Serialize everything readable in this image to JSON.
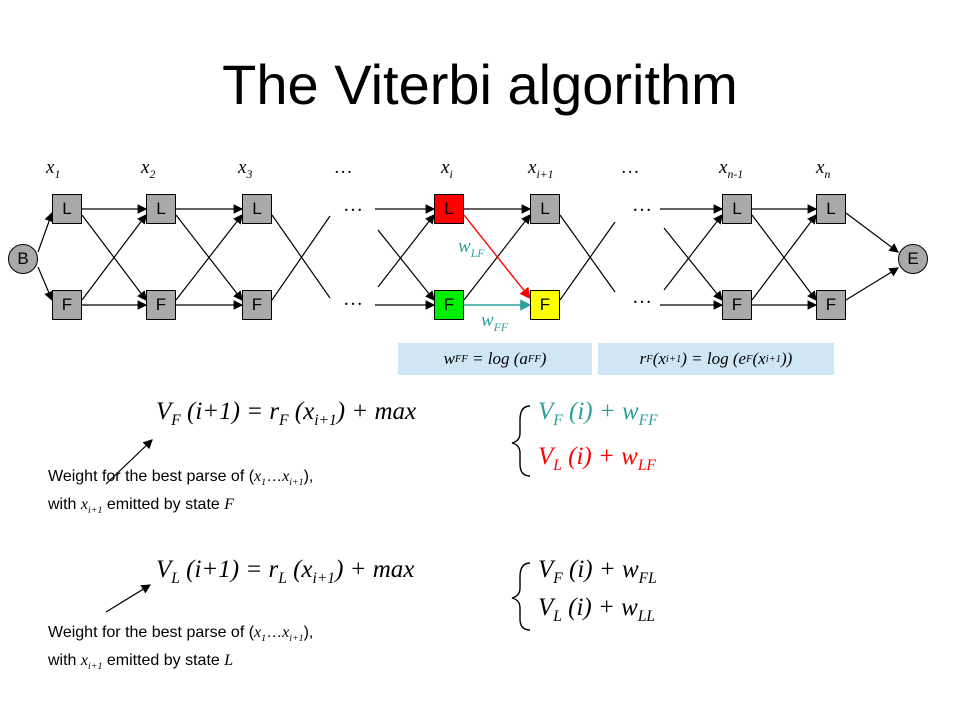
{
  "title": "The Viterbi algorithm",
  "columns": {
    "x1": "x",
    "x1s": "1",
    "x2": "x",
    "x2s": "2",
    "x3": "x",
    "x3s": "3",
    "xi": "x",
    "xis": "i",
    "xi1": "x",
    "xi1s": "i+1",
    "xn1": "x",
    "xn1s": "n-1",
    "xn": "x",
    "xns": "n",
    "ellipsis": "…"
  },
  "states": {
    "L": "L",
    "F": "F",
    "begin": "B",
    "end": "E"
  },
  "edges": {
    "wLF": "w",
    "wLFs": "LF",
    "wFF": "w",
    "wFFs": "FF"
  },
  "definitions": {
    "wff": {
      "lhs": "w",
      "lhs_sub": "FF",
      "rest": " = log (a",
      "rest_sub": "FF",
      "tail": ")"
    },
    "rf": {
      "a": "r",
      "a_sub": "F",
      "b": "(x",
      "b_sub": "i+1",
      "c": ") = log (e",
      "c_sub": "F",
      "d": "(x",
      "d_sub": "i+1",
      "e": "))"
    }
  },
  "eq1": {
    "v": "V",
    "v_sub": "F",
    "a": " (i+1) = r",
    "a_sub": "F",
    "b": " (x",
    "b_sub": "i+1",
    "c": ") + max",
    "t1": "V",
    "t1_sub": "F",
    "t1b": " (i) + w",
    "t1b_sub": "FF",
    "t2": "V",
    "t2_sub": "L",
    "t2b": " (i) + w",
    "t2b_sub": "LF"
  },
  "eq2": {
    "v": "V",
    "v_sub": "L",
    "a": " (i+1) = r",
    "a_sub": "L",
    "b": " (x",
    "b_sub": "i+1",
    "c": ") + max",
    "t1": "V",
    "t1_sub": "F",
    "t1b": " (i) + w",
    "t1b_sub": "FL",
    "t2": "V",
    "t2_sub": "L",
    "t2b": " (i) + w",
    "t2b_sub": "LL"
  },
  "note1": {
    "line1": "Weight for the best parse of (",
    "x1": "x",
    "x1s": "1",
    "mid": "…",
    "x2": "x",
    "x2s": "i+1",
    "end": "),",
    "line2a": "with ",
    "xv": "x",
    "xvs": "i+1",
    "line2b": " emitted by state ",
    "st": "F"
  },
  "note2": {
    "line1": "Weight for the best parse of (",
    "x1": "x",
    "x1s": "1",
    "mid": "…",
    "x2": "x",
    "x2s": "i+1",
    "end": "),",
    "line2a": "with ",
    "xv": "x",
    "xvs": "i+1",
    "line2b": " emitted by state ",
    "st": "L"
  },
  "colors": {
    "node": "#a9a9a9",
    "highlight_L": "#ff0000",
    "highlight_F_i": "#00ee00",
    "highlight_F_i1": "#ffff00",
    "defbox": "#cfe7f5",
    "teal": "#2aa198",
    "red_edge": "#ff0000"
  }
}
